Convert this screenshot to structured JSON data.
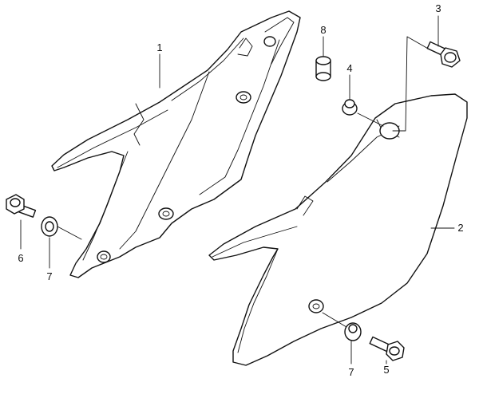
{
  "labels": {
    "p1": "1",
    "p2": "2",
    "p3": "3",
    "p4": "4",
    "p5": "5",
    "p6": "6",
    "p7a": "7",
    "p7b": "7",
    "p8": "8"
  }
}
